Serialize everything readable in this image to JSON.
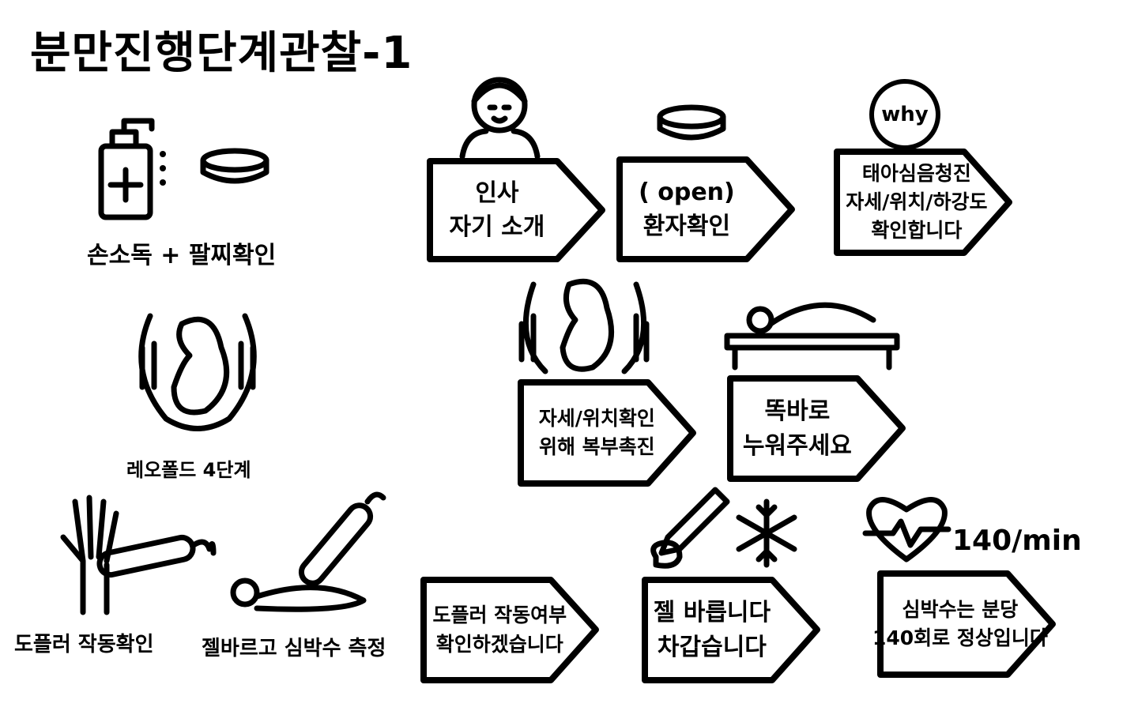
{
  "title": "분만진행단계관찰-1",
  "steps": {
    "hand_wash": "손소독 + 팔찌확인",
    "leopold": "레오폴드 4단계",
    "doppler_check": "도플러 작동확인",
    "gel_measure": "젤바르고 심박수 측정"
  },
  "signs": [
    {
      "lines": [
        "인사",
        "자기 소개"
      ]
    },
    {
      "lines": [
        "( open)",
        "환자확인"
      ]
    },
    {
      "lines": [
        "태아심음청진",
        "자세/위치/하강도",
        "확인합니다"
      ]
    },
    {
      "lines": [
        "자세/위치확인",
        "위해 복부촉진"
      ]
    },
    {
      "lines": [
        "똑바로",
        "누워주세요"
      ]
    },
    {
      "lines": [
        "도플러 작동여부",
        "확인하겠습니다"
      ]
    },
    {
      "lines": [
        "젤 바릅니다",
        "차갑습니다"
      ]
    },
    {
      "lines": [
        "심박수는 분당",
        "140회로 정상입니다"
      ]
    }
  ],
  "why_badge": "why",
  "heart_rate": "140/min"
}
